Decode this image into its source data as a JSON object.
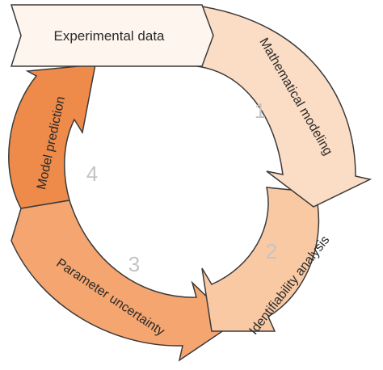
{
  "diagram": {
    "top_box": {
      "label": "Experimental data",
      "fill": "#fdf5ee"
    },
    "steps": [
      {
        "number": "1",
        "label": "Mathematical modeling",
        "fill": "#fbdcc4"
      },
      {
        "number": "2",
        "label": "Identifiability analysis",
        "fill": "#f9c9a4"
      },
      {
        "number": "3",
        "label": "Parameter uncertainty",
        "fill": "#f5a56f"
      },
      {
        "number": "4",
        "label": "Model prediction",
        "fill": "#ee8a4a"
      }
    ],
    "stroke_color": "#3a3a3a"
  }
}
